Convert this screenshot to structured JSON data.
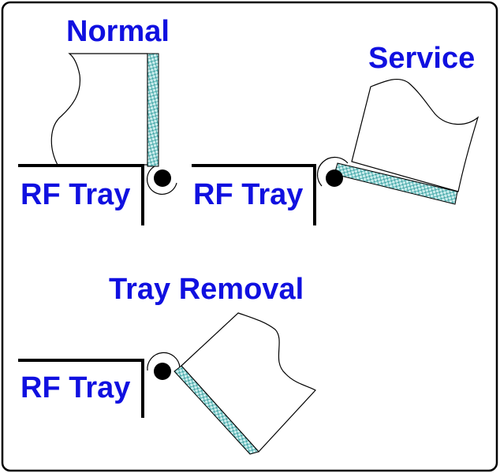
{
  "diagram": {
    "colors": {
      "label_text": "#1010e0",
      "lines": "#000000",
      "plate_fill": "#c9ecec",
      "plate_pattern": "#2a9a9a",
      "background": "#ffffff",
      "border": "#000000"
    },
    "states": [
      {
        "heading": "Normal",
        "tray_label": "RF Tray"
      },
      {
        "heading": "Service",
        "tray_label": "RF Tray"
      },
      {
        "heading": "Tray Removal",
        "tray_label": "RF Tray"
      }
    ]
  }
}
